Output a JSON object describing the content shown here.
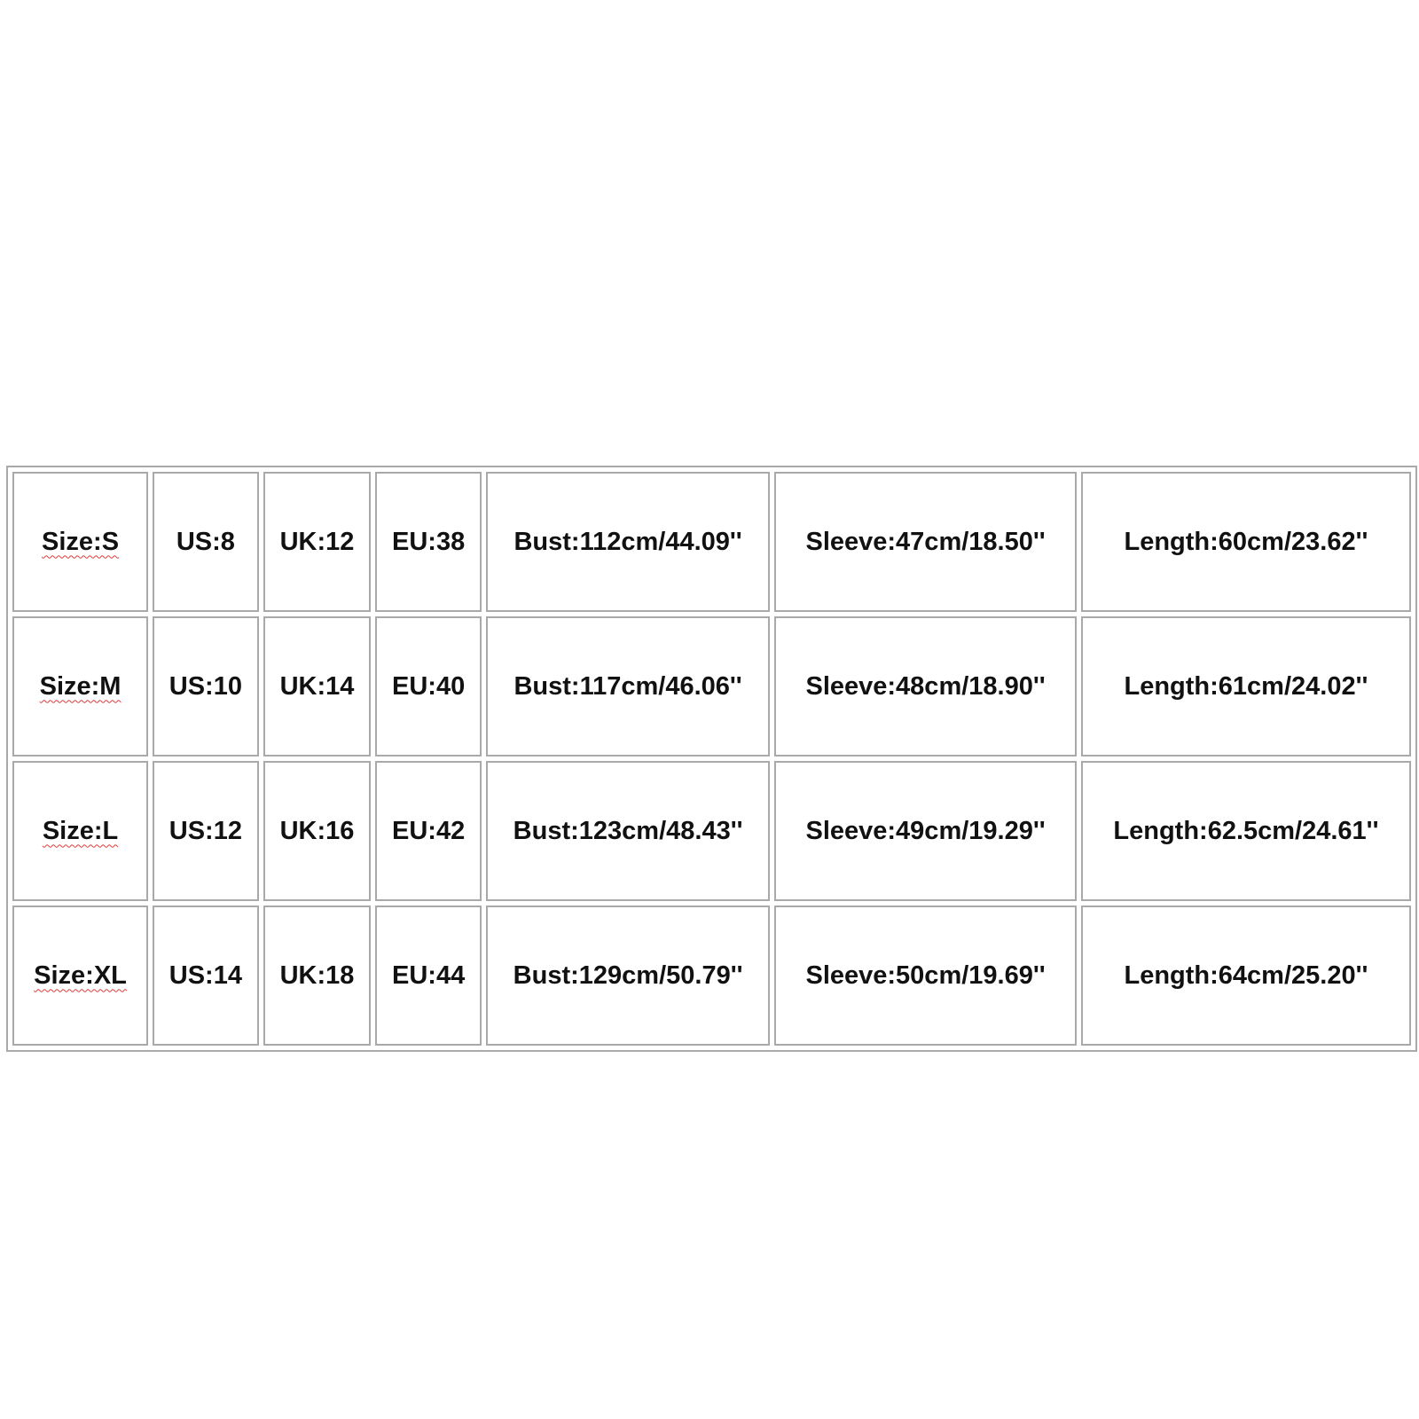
{
  "size_chart": {
    "rows": [
      [
        "Size:S",
        "US:8",
        "UK:12",
        "EU:38",
        "Bust:112cm/44.09''",
        "Sleeve:47cm/18.50''",
        "Length:60cm/23.62''"
      ],
      [
        "Size:M",
        "US:10",
        "UK:14",
        "EU:40",
        "Bust:117cm/46.06''",
        "Sleeve:48cm/18.90''",
        "Length:61cm/24.02''"
      ],
      [
        "Size:L",
        "US:12",
        "UK:16",
        "EU:42",
        "Bust:123cm/48.43''",
        "Sleeve:49cm/19.29''",
        "Length:62.5cm/24.61''"
      ],
      [
        "Size:XL",
        "US:14",
        "UK:18",
        "EU:44",
        "Bust:129cm/50.79''",
        "Sleeve:50cm/19.69''",
        "Length:64cm/25.20''"
      ]
    ]
  }
}
